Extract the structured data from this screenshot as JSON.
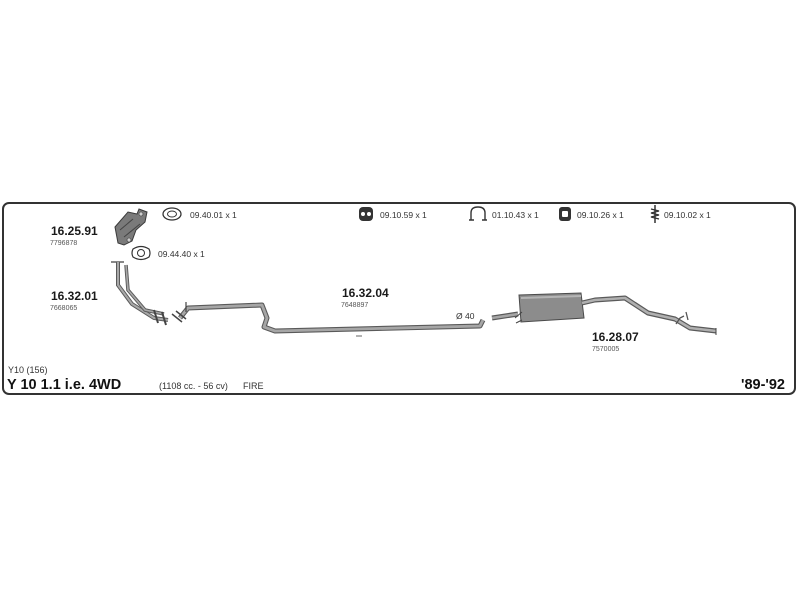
{
  "parts": [
    {
      "id": "manifold",
      "number": "16.25.91",
      "oe": "7796878"
    },
    {
      "id": "front-pipe",
      "number": "16.32.01",
      "oe": "7668065"
    },
    {
      "id": "middle-pipe",
      "number": "16.32.04",
      "oe": "7648897"
    },
    {
      "id": "rear-silencer",
      "number": "16.28.07",
      "oe": "7570005"
    }
  ],
  "accessories": [
    {
      "code": "09.40.01 x 1",
      "icon": "gasket-ring-icon"
    },
    {
      "code": "09.44.40 x 1",
      "icon": "flange-gasket-icon"
    },
    {
      "code": "09.10.59 x 1",
      "icon": "rubber-hanger-icon"
    },
    {
      "code": "01.10.43 x 1",
      "icon": "pipe-clamp-icon"
    },
    {
      "code": "09.10.26 x 1",
      "icon": "rubber-mount-icon"
    },
    {
      "code": "09.10.02 x 1",
      "icon": "spring-bolt-icon"
    }
  ],
  "diameter_label": "Ø 40",
  "vehicle": {
    "code": "Y10 (156)",
    "model": "Y 10 1.1 i.e. 4WD",
    "engine": "(1108 cc. - 56 cv)",
    "engine_type": "FIRE",
    "years": "'89-'92"
  },
  "colors": {
    "frame": "#333333",
    "pipe": "#8a8a8a",
    "pipe_dark": "#5a5a5a"
  }
}
